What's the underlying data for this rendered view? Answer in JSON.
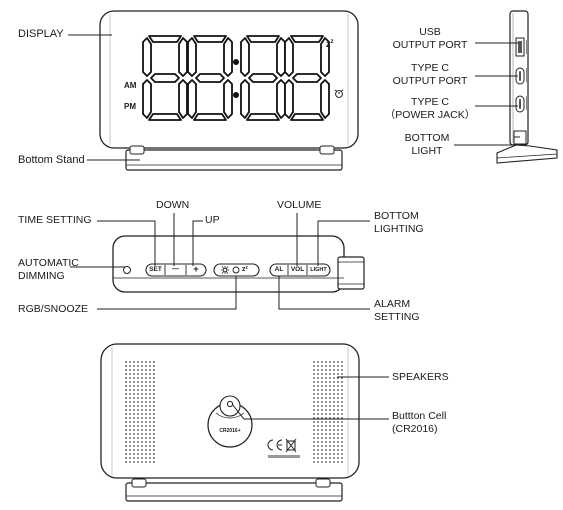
{
  "front_view": {
    "display_label": "DISPLAY",
    "bottom_stand_label": "Bottom Stand",
    "am": "AM",
    "pm": "PM",
    "snooze_mark": "z",
    "snooze_mark_sup": "z"
  },
  "side_view": {
    "usb_port_label": [
      "USB",
      "OUTPUT PORT"
    ],
    "type_c_output_label": [
      "TYPE C",
      "OUTPUT PORT"
    ],
    "type_c_power_label": [
      "TYPE C",
      "（POWER JACK）"
    ],
    "bottom_light_label": [
      "BOTTOM",
      "LIGHT"
    ]
  },
  "top_view": {
    "time_setting_label": "TIME SETTING",
    "down_label": "DOWN",
    "up_label": "UP",
    "volume_label": "VOLUME",
    "bottom_lighting_label": [
      "BOTTOM",
      "LIGHTING"
    ],
    "automatic_dimming_label": [
      "AUTOMATIC",
      "DIMMING"
    ],
    "rgb_snooze_label": "RGB/SNOOZE",
    "alarm_setting_label": [
      "ALARM",
      "SETTING"
    ],
    "buttons": {
      "set": "SET",
      "down": "—",
      "up": "+",
      "al": "AL",
      "vol": "VOL",
      "light": "LIGHT",
      "rgb_snooze_zz": "z²"
    }
  },
  "back_view": {
    "speakers_label": "SPEAKERS",
    "button_cell_label": [
      "Buttton Cell",
      "(CR2016)"
    ],
    "battery_cover_text": "CR2016+"
  }
}
